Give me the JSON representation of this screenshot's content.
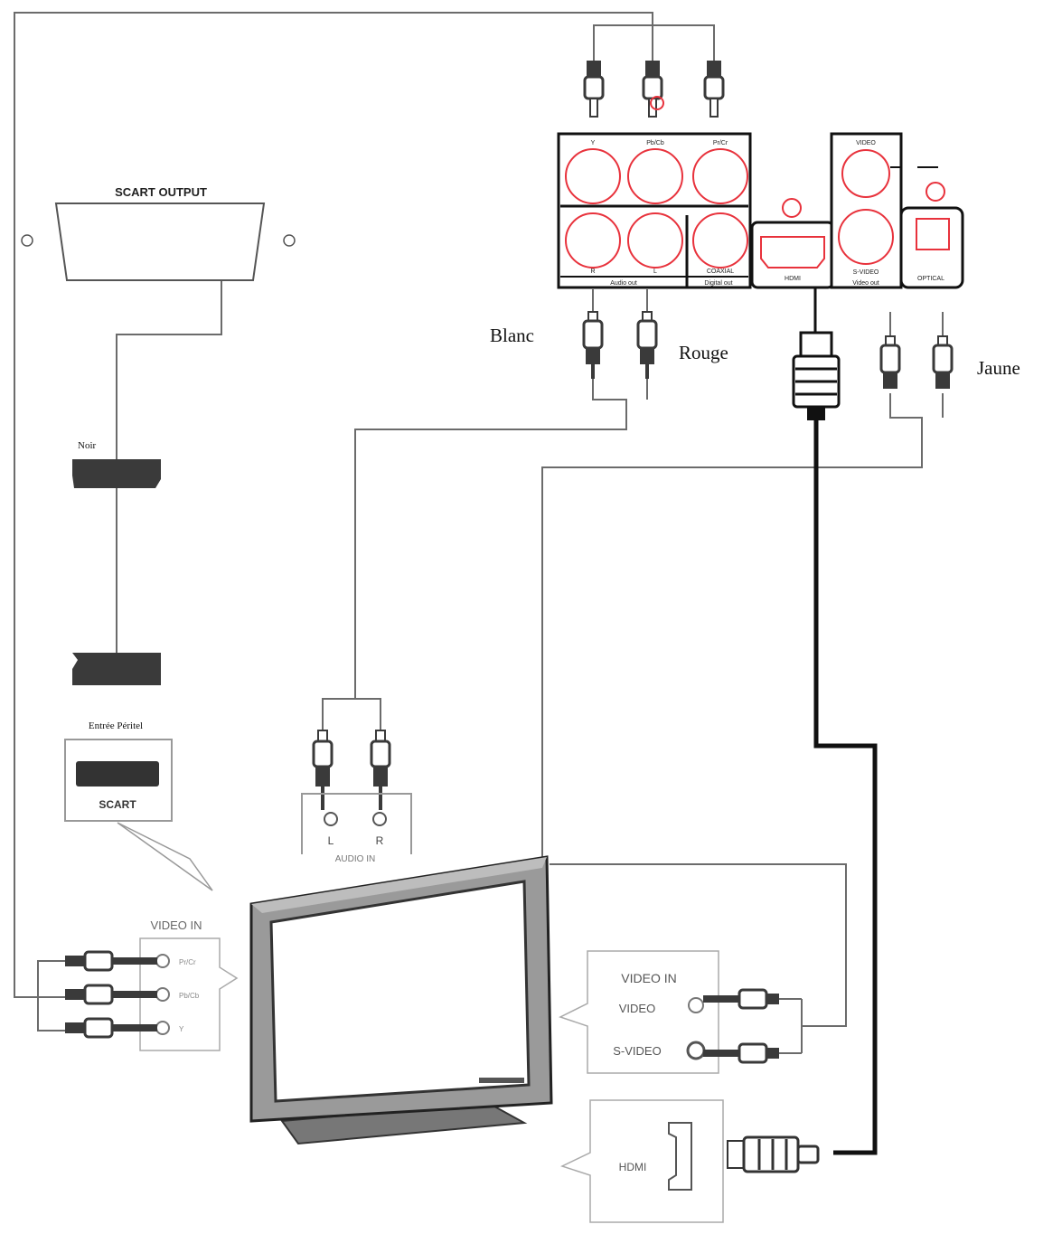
{
  "colors": {
    "cable": "#6b6b6b",
    "line": "#111111",
    "jack_ring": "#e8323c",
    "plug_body": "#3a3a3a",
    "tv_bezel": "#9a9a9a",
    "label_text": "#111111"
  },
  "player_panel": {
    "scart_output_label": "SCART OUTPUT",
    "component_labels": [
      "Y",
      "Pb/Cb",
      "Pr/Cr"
    ],
    "audio_labels": [
      "R",
      "L"
    ],
    "coaxial_label": "COAXIAL",
    "audio_out_label": "Audio out",
    "digital_out_label": "Digital out",
    "hdmi_label": "HDMI",
    "video_label": "VIDEO",
    "svideo_label": "S-VIDEO",
    "video_out_label": "Video out",
    "optical_label": "OPTICAL"
  },
  "cable_labels": {
    "blanc": "Blanc",
    "rouge": "Rouge",
    "jaune": "Jaune",
    "noir": "Noir"
  },
  "tv_inputs": {
    "scart_title": "Entrée Péritel",
    "scart_label": "SCART",
    "audio_in_L": "L",
    "audio_in_R": "R",
    "audio_in_title": "AUDIO IN",
    "component_title": "VIDEO IN",
    "component_ports": [
      "Pr/Cr",
      "Pb/Cb",
      "Y"
    ],
    "video_in_title": "VIDEO IN",
    "video_port": "VIDEO",
    "svideo_port": "S-VIDEO",
    "hdmi_port": "HDMI"
  },
  "icons": [
    "rca-plug-icon",
    "hdmi-plug-icon",
    "scart-plug-icon",
    "tv-icon",
    "scart-connector-icon"
  ]
}
